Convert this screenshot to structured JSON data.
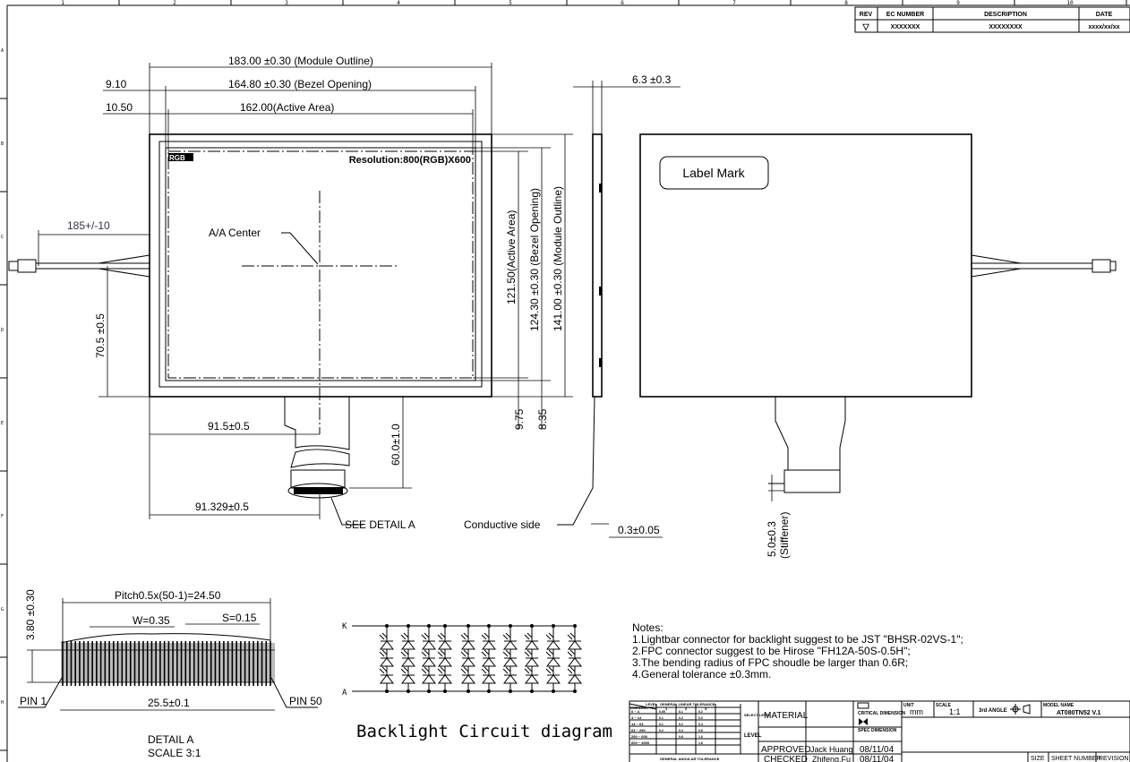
{
  "frame": {
    "columns": [
      "1",
      "2",
      "3",
      "4",
      "5",
      "6",
      "7",
      "8",
      "9",
      "10"
    ],
    "rows": [
      "A",
      "B",
      "C",
      "D",
      "E",
      "F",
      "G",
      "H"
    ]
  },
  "revision_table": {
    "headers": [
      "REV",
      "EC NUMBER",
      "DESCRIPTION",
      "DATE"
    ],
    "row": [
      "▽",
      "XXXXXXX",
      "XXXXXXXX",
      "xxxx/xx/xx"
    ]
  },
  "front_view": {
    "module_outline": "183.00  ±0.30 (Module Outline)",
    "bezel_opening": "164.80  ±0.30 (Bezel Opening)",
    "active_area": "162.00(Active Area)",
    "offset_bezel": "9.10",
    "offset_active": "10.50",
    "rgb_label": "RGB",
    "resolution": "Resolution:800(RGB)X600",
    "aa_center": "A/A Center",
    "height_active": "121.50(Active Area)",
    "height_bezel": "124.30  ±0.30  (Bezel Opening)",
    "height_module": "141.00  ±0.30  (Module Outline)",
    "bottom_bezel": "9.75",
    "bottom_active": "8.35",
    "cable_length": "185+/-10",
    "cable_height": "70.5 ±0.5",
    "fpc_offset_1": "91.5±0.5",
    "fpc_offset_2": "91.329±0.5",
    "fpc_length": "60.0±1.0",
    "see_detail": "SEE DETAIL A"
  },
  "side_view": {
    "thickness": "6.3 ±0.3",
    "conductive_side": "Conductive side",
    "fpc_thickness": "0.3±0.05"
  },
  "back_view": {
    "label_mark": "Label Mark",
    "stiffener_dim": "5.0±0.3",
    "stiffener_label": "(Stiffener)"
  },
  "detail_a": {
    "pitch": "Pitch0.5x(50-1)=24.50",
    "height": "3.80  ±0.30",
    "width_w": "W=0.35",
    "space_s": "S=0.15",
    "pin_1": "PIN 1",
    "pin_50": "PIN 50",
    "total": "25.5±0.1",
    "title": "DETAIL   A",
    "scale": "SCALE   3:1"
  },
  "backlight": {
    "cathode": "K",
    "anode": "A",
    "strings": 10,
    "leds_per_string": 3,
    "title": "Backlight Circuit diagram"
  },
  "notes": {
    "heading": "Notes:",
    "items": [
      "1.Lightbar connector for backlight suggest to be JST \"BHSR-02VS-1\";",
      "2.FPC connector suggest to be Hirose \"FH12A-50S-0.5H\";",
      "3.The bending radius of FPC shoudle be larger than 0.6R;",
      "4.General tolerance ±0.3mm."
    ]
  },
  "title_block": {
    "tolerance": {
      "level": "LEVEL",
      "dimension": "DIMENSION",
      "header": "GENERAL LINEAR TOLERANCE",
      "levels": [
        "1",
        "2",
        "3"
      ],
      "select_level": "SELECT LEVEL",
      "level_label": "LEVEL",
      "ranges": [
        "0 ~ 4",
        "4 ~ 14",
        "14 ~ 63",
        "63 ~ 250",
        "250 ~ 600",
        "600 ~ 4000"
      ],
      "values": [
        [
          "0.05",
          "0.1",
          "0.2"
        ],
        [
          "0.1",
          "0.2",
          "0.3"
        ],
        [
          "0.1",
          "0.2",
          "0.4"
        ],
        [
          "0.2",
          "0.4",
          "0.6"
        ],
        [
          "",
          "0.6",
          "1.0"
        ],
        [
          "",
          "",
          "1.6"
        ]
      ],
      "angular": "GENERAL ANGULAR TOLERANCE"
    },
    "material": "MATERIAL",
    "critical_dimension": "CRITICAL DIMENSION",
    "spec_dimension": "SPEC DIMENSION",
    "approved": {
      "label": "APPROVED",
      "name": "Jack Huang",
      "date": "08/11/04"
    },
    "checked": {
      "label": "CHECKED",
      "name": "Zhifeng.Fu",
      "date": "08/11/04"
    },
    "unit_label": "UNIT",
    "unit": "mm",
    "scale_label": "SCALE",
    "scale": "1:1",
    "projection": "3rd ANGLE",
    "model_name_label": "MODEL NAME",
    "model_name": "AT080TN52 V.1",
    "size_label": "SIZE",
    "sheet_number_label": "SHEET NUMBER",
    "revision_label": "REVISION"
  }
}
